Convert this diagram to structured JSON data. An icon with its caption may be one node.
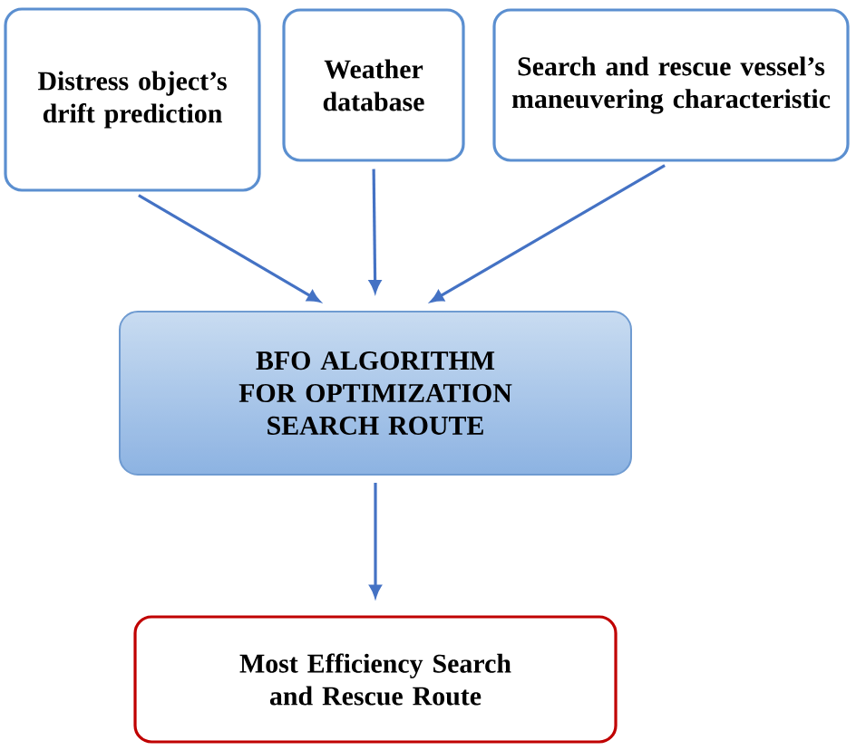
{
  "diagram": {
    "nodes": [
      {
        "text": [
          "Distress object’s drift prediction"
        ]
      },
      {
        "text": [
          "Weather database"
        ]
      },
      {
        "text": [
          "Search and rescue vessel’s maneuvering characteristic"
        ]
      },
      {
        "text": [
          "BFO ALGORITHM FOR OPTIMIZATION SEARCH ROUTE"
        ]
      },
      {
        "text": [
          "Most Efficiency Search and Rescue Route"
        ]
      }
    ],
    "edges": [
      {
        "from": 0,
        "to": 3,
        "arrow": "to"
      },
      {
        "from": 1,
        "to": 3,
        "arrow": "to"
      },
      {
        "from": 2,
        "to": 3,
        "arrow": "to"
      },
      {
        "from": 3,
        "to": 4,
        "arrow": "to"
      }
    ]
  }
}
